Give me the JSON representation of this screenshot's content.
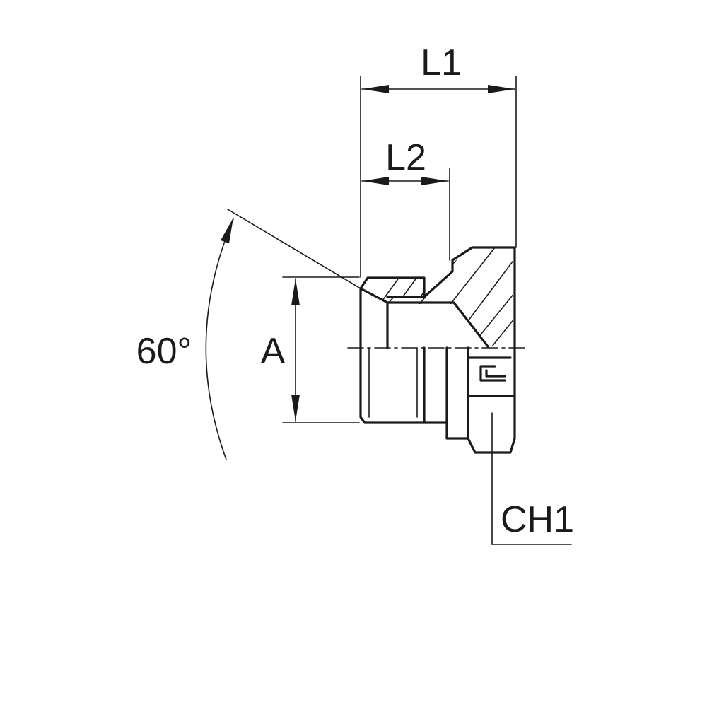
{
  "labels": {
    "l1": "L1",
    "l2": "L2",
    "a": "A",
    "angle": "60°",
    "ch1": "CH1"
  },
  "colors": {
    "line": "#1a1a1a",
    "background": "#ffffff"
  }
}
